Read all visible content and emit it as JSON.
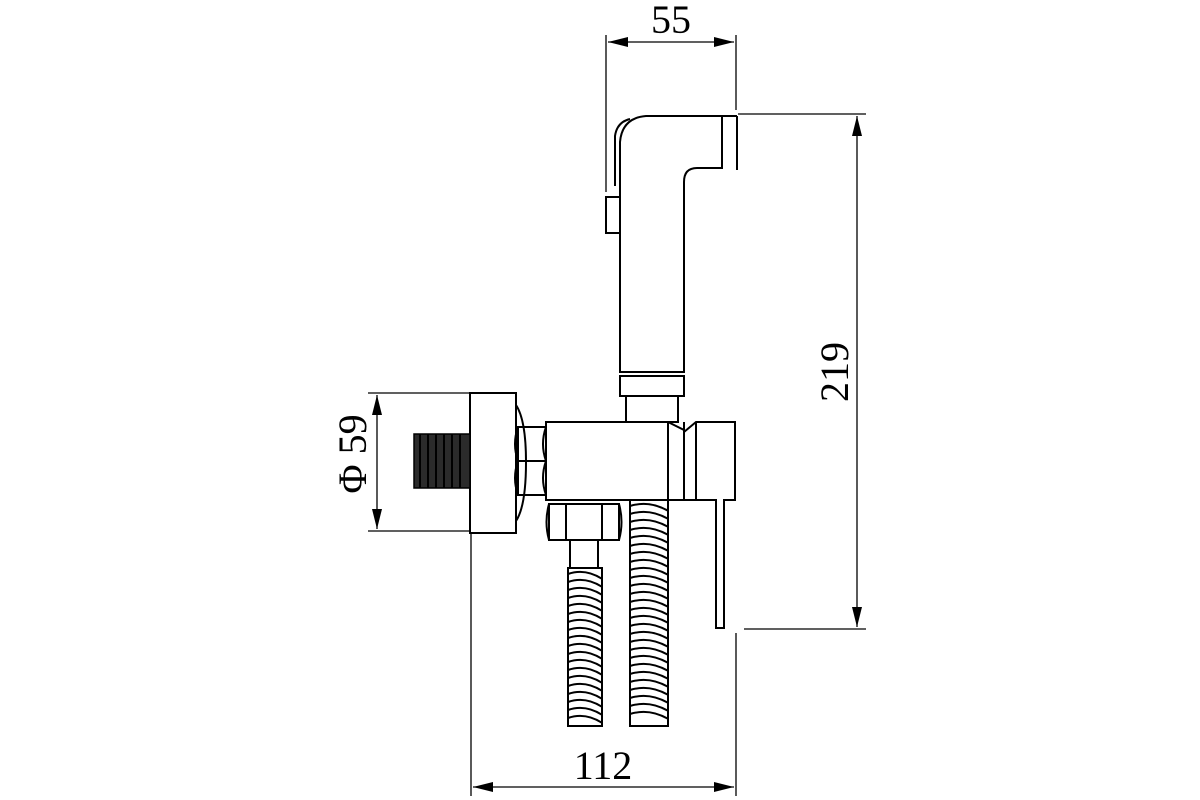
{
  "dimensions": {
    "width_top": "55",
    "height_right": "219",
    "diameter_left": "Φ 59",
    "width_bottom": "112"
  },
  "colors": {
    "line": "#000000",
    "background": "#ffffff"
  }
}
